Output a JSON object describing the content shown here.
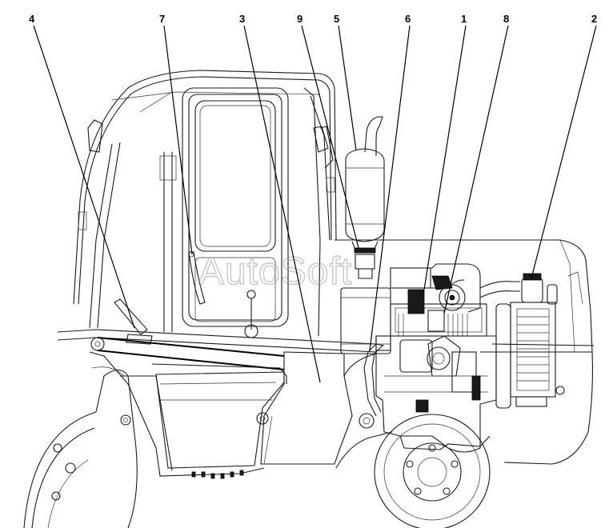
{
  "callouts": [
    {
      "id": "c1",
      "label": "1"
    },
    {
      "id": "c2",
      "label": "2"
    },
    {
      "id": "c3",
      "label": "3"
    },
    {
      "id": "c4",
      "label": "4"
    },
    {
      "id": "c5",
      "label": "5"
    },
    {
      "id": "c6",
      "label": "6"
    },
    {
      "id": "c7",
      "label": "7"
    },
    {
      "id": "c8",
      "label": "8"
    },
    {
      "id": "c9",
      "label": "9"
    }
  ],
  "watermark": "AutoSoft"
}
